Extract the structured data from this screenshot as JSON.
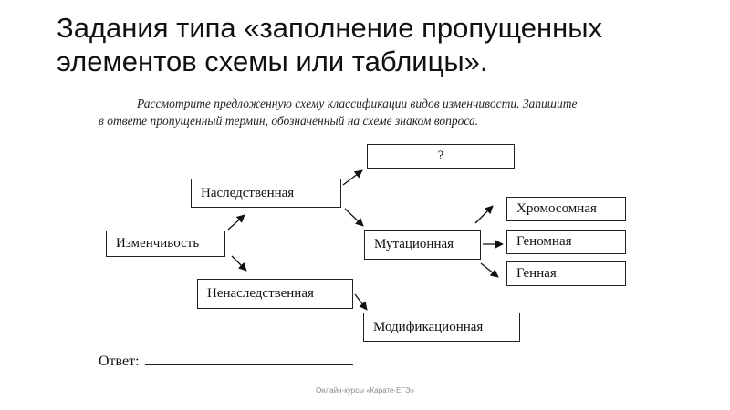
{
  "slide": {
    "title_line1": "Задания типа «заполнение пропущенных",
    "title_line2": "элементов схемы или таблицы»."
  },
  "task": {
    "instruction_line1": "Рассмотрите предложенную схему классификации видов изменчивости. Запишите",
    "instruction_line2": "в ответе пропущенный термин, обозначенный на схеме знаком вопроса."
  },
  "diagram": {
    "root": "Изменчивость",
    "hereditary": "Наследственная",
    "non_hereditary": "Ненаследственная",
    "unknown": "?",
    "mutational": "Мутационная",
    "modificational": "Модификационная",
    "chromosomal": "Хромосомная",
    "genomic": "Геномная",
    "gene": "Генная"
  },
  "answer": {
    "label": "Ответ:"
  },
  "footer": {
    "text": "Онлайн-курсы «Карате-ЕГЭ»"
  }
}
